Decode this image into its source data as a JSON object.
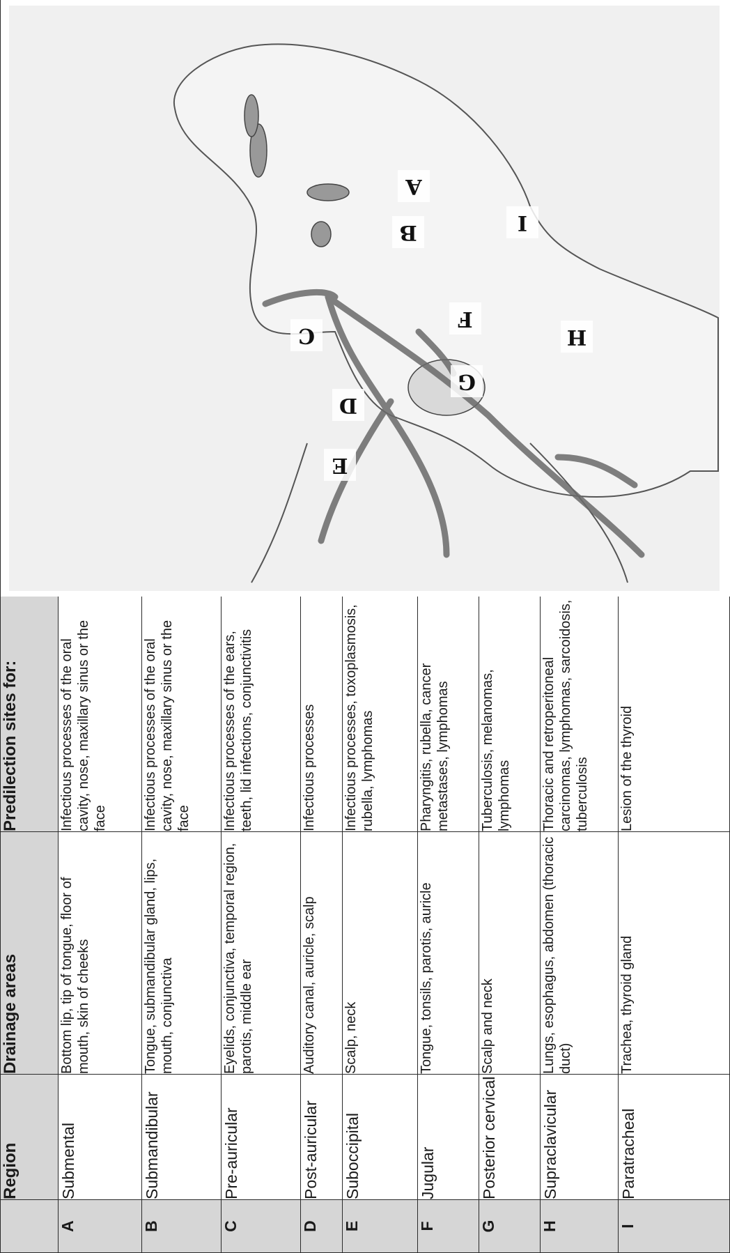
{
  "table": {
    "headers": {
      "letter": "",
      "region": "Region",
      "drainage": "Drainage areas",
      "sites": "Predilection sites for:"
    },
    "rows": [
      {
        "letter": "A",
        "region": "Submental",
        "drainage": "Bottom lip, tip of tongue, floor of mouth, skin of cheeks",
        "sites": "Infectious processes of the oral cavity, nose, maxillary sinus or the face"
      },
      {
        "letter": "B",
        "region": "Submandibular",
        "drainage": "Tongue, submandibular gland, lips, mouth, conjunctiva",
        "sites": "Infectious processes of the oral cavity, nose, maxillary sinus or the face"
      },
      {
        "letter": "C",
        "region": "Pre-auricular",
        "drainage": "Eyelids, conjunctiva, temporal region, parotis, middle ear",
        "sites": "Infectious processes of the ears, teeth, lid infections, conjunctivitis"
      },
      {
        "letter": "D",
        "region": "Post-auricular",
        "drainage": "Auditory canal, auricle, scalp",
        "sites": "Infectious processes"
      },
      {
        "letter": "E",
        "region": "Suboccipital",
        "drainage": "Scalp, neck",
        "sites": "Infectious processes, toxoplasmosis, rubella, lymphomas"
      },
      {
        "letter": "F",
        "region": "Jugular",
        "drainage": "Tongue, tonsils, parotis, auricle",
        "sites": "Pharyngitis, rubella, cancer metastases, lymphomas"
      },
      {
        "letter": "G",
        "region": "Posterior cervical",
        "drainage": "Scalp and neck",
        "sites": "Tuberculosis, melanomas, lymphomas"
      },
      {
        "letter": "H",
        "region": "Supraclavicular",
        "drainage": "Lungs, esophagus, abdomen (thoracic duct)",
        "sites": "Thoracic and retroperitoneal carcinomas, lymphomas, sarcoidosis, tuberculosis"
      },
      {
        "letter": "I",
        "region": "Paratracheal",
        "drainage": "Trachea, thyroid gland",
        "sites": "Lesion of the thyroid"
      }
    ]
  },
  "drawing": {
    "labels": [
      "A",
      "B",
      "C",
      "D",
      "E",
      "F",
      "G",
      "H",
      "I"
    ]
  }
}
